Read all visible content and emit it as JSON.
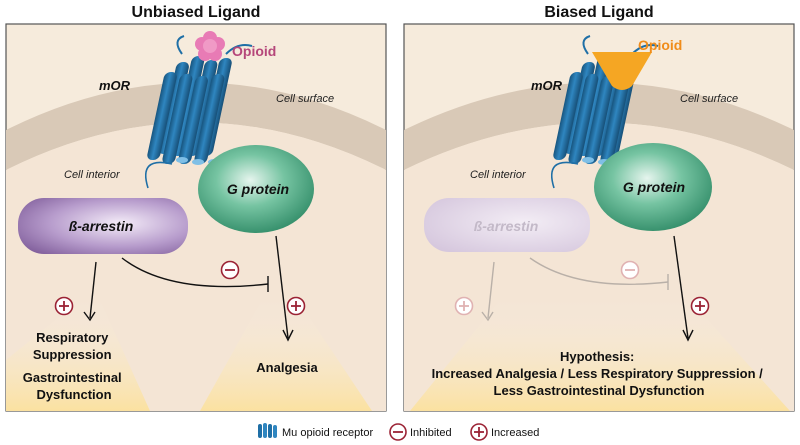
{
  "left_panel": {
    "title": "Unbiased Ligand",
    "ligand_label": "Opioid",
    "receptor_label": "mOR",
    "cell_surface_label": "Cell surface",
    "cell_interior_label": "Cell interior",
    "g_protein_label": "G protein",
    "arrestin_label": "ß-arrestin",
    "outcome_left_lines": [
      "Respiratory",
      "Suppression",
      "Gastrointestinal",
      "Dysfunction"
    ],
    "outcome_right": "Analgesia"
  },
  "right_panel": {
    "title": "Biased Ligand",
    "ligand_label": "Opioid",
    "receptor_label": "mOR",
    "cell_surface_label": "Cell surface",
    "cell_interior_label": "Cell interior",
    "g_protein_label": "G protein",
    "arrestin_label": "ß-arrestin",
    "hypothesis_lines": [
      "Hypothesis:",
      "Increased Analgesia / Less Respiratory Suppression /",
      "Less Gastrointestinal Dysfunction"
    ]
  },
  "legend": {
    "receptor": "Mu opioid receptor",
    "inhibited": "Inhibited",
    "increased": "Increased"
  },
  "colors": {
    "receptor": "#1f6fa6",
    "opioid_unbiased": "#e87bb5",
    "opioid_biased": "#f5a623",
    "g_protein": "#3e9e78",
    "arrestin": "#8e67a8",
    "sign": "#9b2335",
    "membrane": "#d8c8b6"
  }
}
